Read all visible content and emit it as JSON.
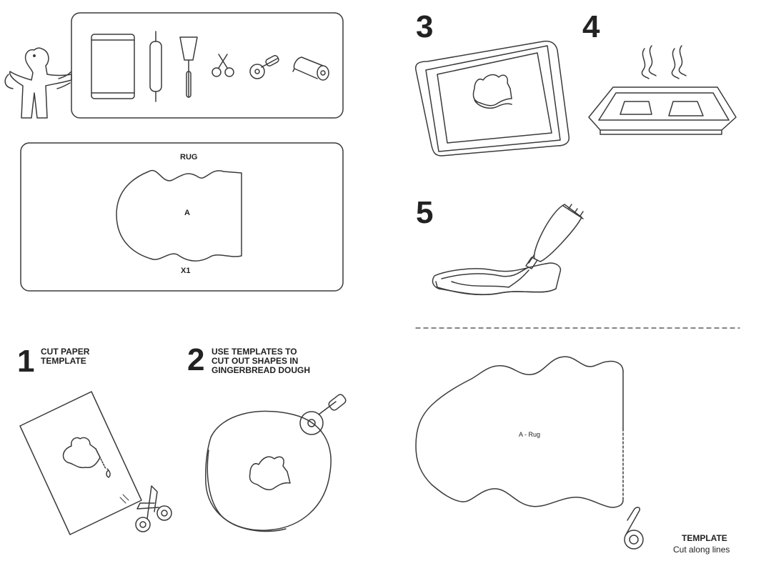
{
  "tools_panel": {
    "tools": [
      "baking-tray-icon",
      "rolling-pin-icon",
      "spatula-icon",
      "scissors-icon",
      "pastry-cutter-icon",
      "parchment-roll-icon"
    ]
  },
  "parts_panel": {
    "title": "RUG",
    "part_letter": "A",
    "quantity": "X1"
  },
  "steps": [
    {
      "number": "1",
      "text": "CUT PAPER\nTEMPLATE"
    },
    {
      "number": "2",
      "text": "USE TEMPLATES TO\nCUT OUT SHAPES IN\nGINGERBREAD DOUGH"
    },
    {
      "number": "3",
      "text": ""
    },
    {
      "number": "4",
      "text": ""
    },
    {
      "number": "5",
      "text": ""
    }
  ],
  "template": {
    "shape_label": "A - Rug",
    "title": "TEMPLATE",
    "subtitle": "Cut along lines"
  },
  "colors": {
    "line": "#3a3a3a",
    "background": "#ffffff"
  }
}
